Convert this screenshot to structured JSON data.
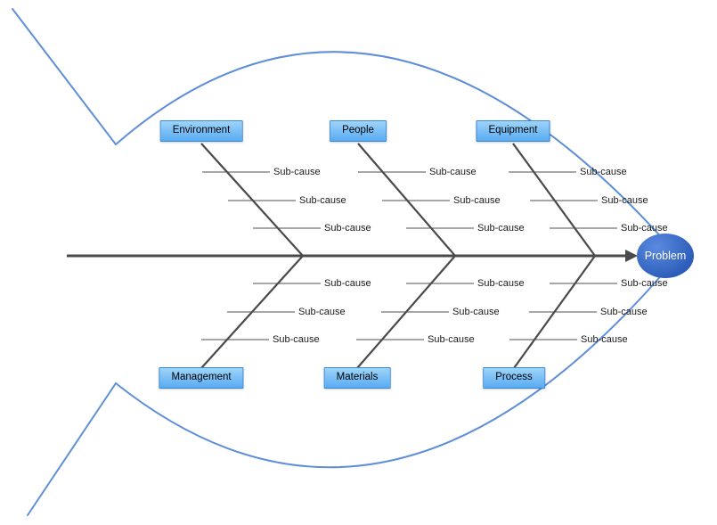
{
  "fishbone": {
    "problem": {
      "label": "Problem"
    },
    "top_categories": [
      {
        "label": "Environment",
        "sub_causes": [
          "Sub-cause",
          "Sub-cause",
          "Sub-cause"
        ]
      },
      {
        "label": "People",
        "sub_causes": [
          "Sub-cause",
          "Sub-cause",
          "Sub-cause"
        ]
      },
      {
        "label": "Equipment",
        "sub_causes": [
          "Sub-cause",
          "Sub-cause",
          "Sub-cause"
        ]
      }
    ],
    "bottom_categories": [
      {
        "label": "Management",
        "sub_causes": [
          "Sub-cause",
          "Sub-cause",
          "Sub-cause"
        ]
      },
      {
        "label": "Materials",
        "sub_causes": [
          "Sub-cause",
          "Sub-cause",
          "Sub-cause"
        ]
      },
      {
        "label": "Process",
        "sub_causes": [
          "Sub-cause",
          "Sub-cause",
          "Sub-cause"
        ]
      }
    ],
    "colors": {
      "outline": "#5E8FD8",
      "bone": "#4A4A4A",
      "subline": "#4F4F4F",
      "box_fill_top": "#9ED4FA",
      "box_fill_bottom": "#58ABF2",
      "box_border": "#3C88CF",
      "problem_fill": "#2A5CB8",
      "problem_fill_light": "#5B8AE0"
    }
  }
}
